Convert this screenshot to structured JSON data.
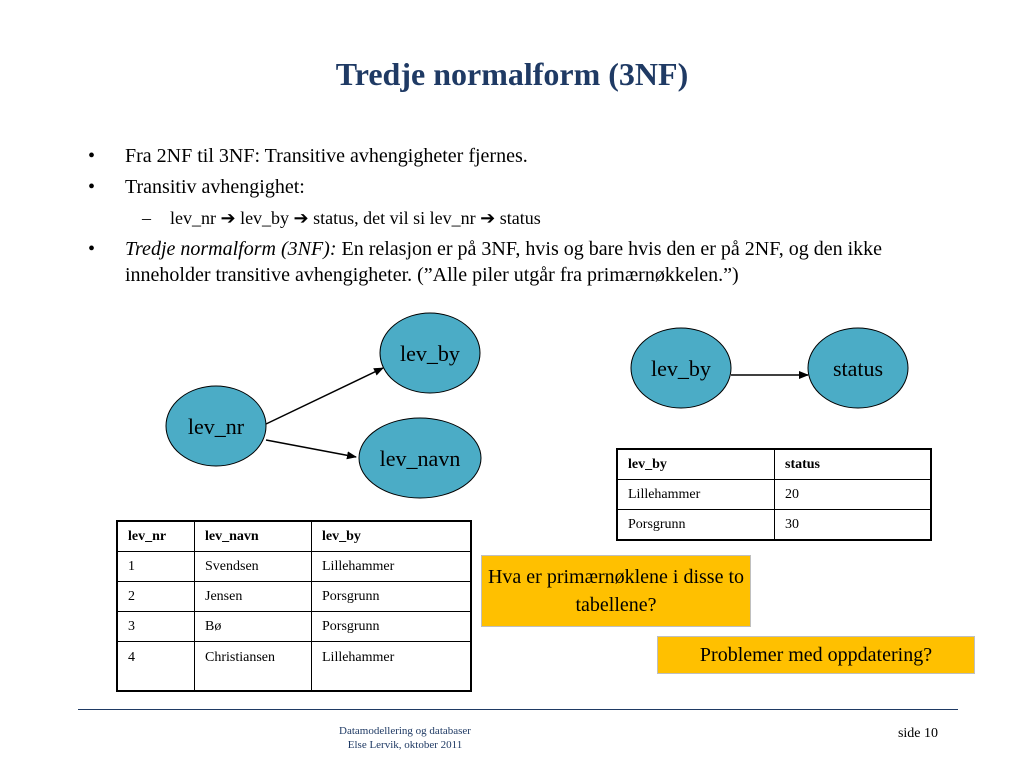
{
  "slide": {
    "title": "Tredje normalform (3NF)"
  },
  "bullets": {
    "b1": "Fra 2NF til 3NF: Transitive avhengigheter fjernes.",
    "b2": "Transitiv avhengighet:",
    "sub1": "lev_nr ➔ lev_by ➔ status, det vil si lev_nr ➔ status",
    "b3_italic": "Tredje normalform (3NF):",
    "b3_text": " En relasjon er på 3NF, hvis og bare hvis den er på 2NF, og den ikke inneholder transitive avhengigheter. (”Alle piler utgår fra primærnøkkelen.”)"
  },
  "diagram": {
    "node_fill": "#4bacc6",
    "left": {
      "source": "lev_nr",
      "target1": "lev_by",
      "target2": "lev_navn"
    },
    "right": {
      "source": "lev_by",
      "target": "status"
    }
  },
  "table_left": {
    "headers": [
      "lev_nr",
      "lev_navn",
      "lev_by"
    ],
    "rows": [
      [
        "1",
        "Svendsen",
        "Lillehammer"
      ],
      [
        "2",
        "Jensen",
        "Porsgrunn"
      ],
      [
        "3",
        "Bø",
        "Porsgrunn"
      ],
      [
        "4",
        "Christiansen",
        "Lillehammer"
      ]
    ]
  },
  "table_right": {
    "headers": [
      "lev_by",
      "status"
    ],
    "rows": [
      [
        "Lillehammer",
        "20"
      ],
      [
        "Porsgrunn",
        "30"
      ]
    ]
  },
  "notes": {
    "question": "Hva er primærnøklene i disse to tabellene?",
    "problem": "Problemer med oppdatering?",
    "color": "#ffc000"
  },
  "footer": {
    "line1": "Datamodellering og databaser",
    "line2": "Else Lervik, oktober 2011",
    "page": "side 10"
  }
}
